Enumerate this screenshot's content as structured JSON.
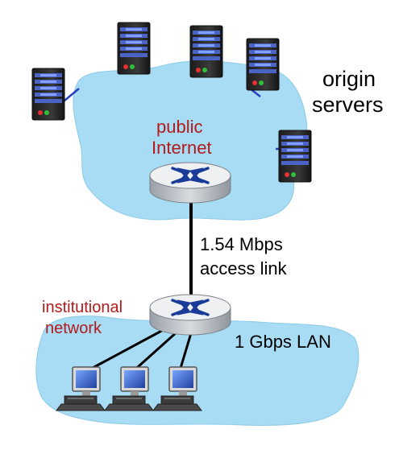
{
  "labels": {
    "origin_servers_line1": "origin",
    "origin_servers_line2": "servers",
    "public_internet_line1": "public",
    "public_internet_line2": "Internet",
    "link_speed": "1.54 Mbps",
    "link_name": "access link",
    "institutional_line1": "institutional",
    "institutional_line2": "network",
    "lan_label": "1 Gbps LAN"
  },
  "colors": {
    "cloud_fill": "#a7dcf4",
    "cloud_stroke": "#7fc4e6",
    "router_body": "#c9cdd2",
    "router_top": "#e9ecef",
    "router_arrows": "#1a3c99",
    "server_body": "#2b2b2b",
    "server_bays": "#5a78d8",
    "led_red": "#e53030",
    "led_green": "#2fbf3a",
    "link": "#000000",
    "server_link": "#2a3fbf",
    "red_text": "#b31b1b"
  },
  "icons": {
    "server": "server-icon",
    "router": "router-icon",
    "pc": "desktop-pc-icon"
  }
}
